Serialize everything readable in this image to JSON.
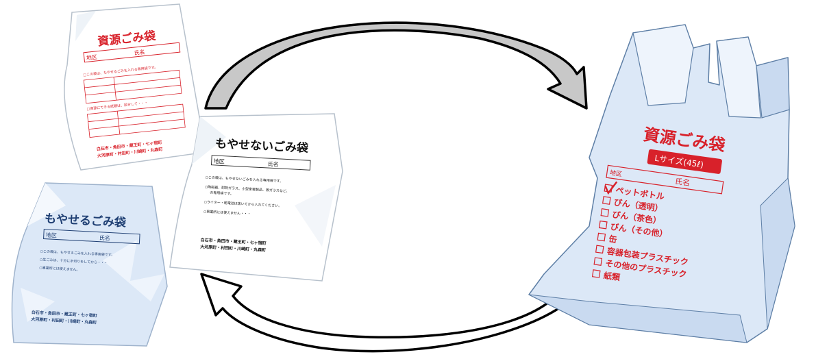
{
  "bags": {
    "shigen_small": {
      "title": "資源ごみ袋",
      "area_label": "地区",
      "name_label": "氏名",
      "note1": "□この袋は、もやせるごみを入れる専用袋です。",
      "note2": "□資源にできる紙類は、区分して・・・",
      "footer1": "白石市・角田市・蔵王町・七ヶ宿町",
      "footer2": "大河原町・村田町・川崎町・丸森町"
    },
    "moyaseru": {
      "title": "もやせるごみ袋",
      "area_label": "地区",
      "name_label": "氏名",
      "note1": "○この袋は、もやせるごみを入れる専用袋です。",
      "note2": "○生ごみは、十分に水切りをしてから・・・",
      "note3": "○事業所には使えません。",
      "footer1": "白石市・角田市・蔵王町・七ヶ宿町",
      "footer2": "大河原町・村田町・川崎町・丸森町"
    },
    "moyasenai": {
      "title": "もやせないごみ袋",
      "area_label": "地区",
      "name_label": "氏名",
      "note1": "○この袋は、もやせないごみを入れる専用袋です。",
      "note2": "○陶磁器、耐熱ガラス、小型家電製品、板ガラスなど、",
      "note2b": "の専用袋です。",
      "note3": "○ライター・乾電池は抜いてから入れてください。",
      "note4": "○事業所には使えません・・・",
      "footer1": "白石市・角田市・蔵王町・七ヶ宿町",
      "footer2": "大河原町・村田町・川崎町・丸森町"
    },
    "shigen_large": {
      "title": "資源ごみ袋",
      "size_label": "Lサイズ(45ℓ)",
      "area_label": "地区",
      "name_label": "氏名",
      "items": [
        "ペットボトル",
        "びん（透明）",
        "びん（茶色）",
        "びん（その他）",
        "缶",
        "容器包装プラスチック",
        "その他のプラスチック",
        "紙類"
      ]
    }
  },
  "colors": {
    "red": "#d8212a",
    "navy": "#1f3f73",
    "bag_blue": "#dce8f7",
    "arrow_gray": "#c8c8c8"
  }
}
